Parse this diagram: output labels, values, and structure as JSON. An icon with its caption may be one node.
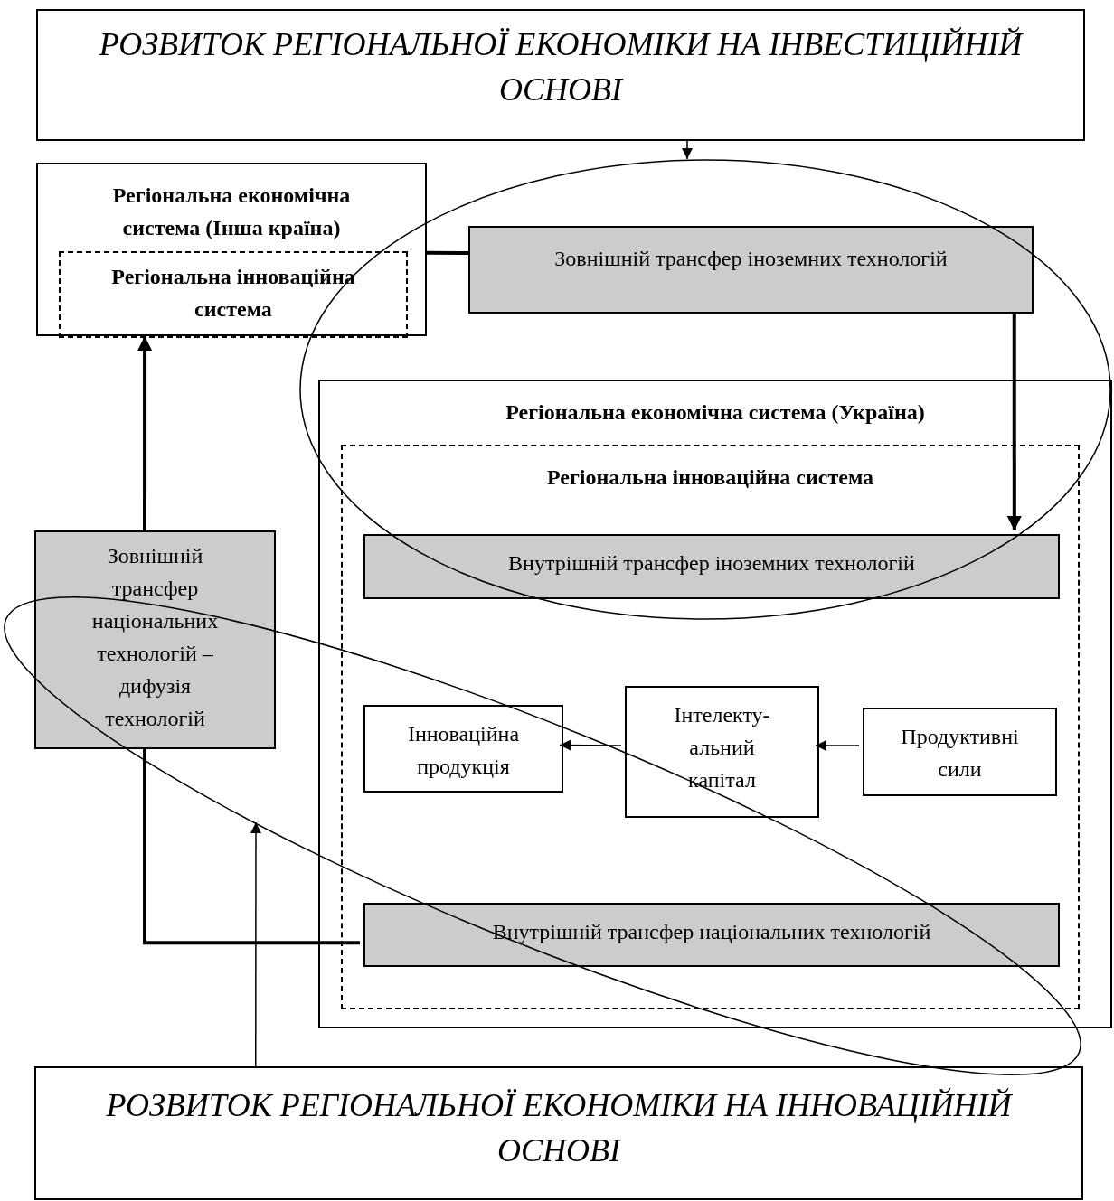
{
  "diagram": {
    "nodes": [
      {
        "text": [
          "РОЗВИТОК РЕГІОНАЛЬНОЇ ЕКОНОМІКИ НА ІНВЕСТИЦІЙНІЙ ОСНОВІ"
        ]
      },
      {
        "text": [
          "Регіональна економічна система (Інша країна)"
        ]
      },
      {
        "text": [
          "Регіональна інноваційна система"
        ],
        "in": 1
      },
      {
        "text": [
          "Зовнішній трансфер іноземних технологій"
        ]
      },
      {
        "text": [
          "Регіональна економічна система (Україна)"
        ]
      },
      {
        "text": [
          "Регіональна інноваційна система"
        ],
        "in": 4
      },
      {
        "text": [
          "Внутрішній трансфер іноземних технологій"
        ],
        "in": 5
      },
      {
        "text": [
          "Інноваційна продукція"
        ],
        "in": 5
      },
      {
        "text": [
          "Інтелекту- альний капітал"
        ],
        "in": 5
      },
      {
        "text": [
          "Продуктивні сили"
        ],
        "in": 5
      },
      {
        "text": [
          "Внутрішній трансфер національних технологій"
        ],
        "in": 5
      },
      {
        "text": [
          "Зовнішній трансфер національних технологій – дифузія технологій"
        ]
      },
      {
        "text": [
          "РОЗВИТОК РЕГІОНАЛЬНОЇ ЕКОНОМІКИ НА ІННОВАЦІЙНІЙ ОСНОВІ"
        ]
      }
    ],
    "edges": [
      {
        "from": 0,
        "to": null,
        "arrow": "to"
      },
      {
        "from": 12,
        "to": null,
        "arrow": "to"
      },
      {
        "from": 1,
        "to": 3,
        "arrow": "none",
        "style": "thick"
      },
      {
        "from": 3,
        "to": 6,
        "arrow": "to",
        "style": "thick"
      },
      {
        "from": 11,
        "to": 1,
        "arrow": "to",
        "style": "thick"
      },
      {
        "from": 10,
        "to": 11,
        "arrow": "none",
        "style": "thick"
      },
      {
        "from": 9,
        "to": 8,
        "arrow": "to"
      },
      {
        "from": 8,
        "to": 7,
        "arrow": "to"
      }
    ]
  }
}
